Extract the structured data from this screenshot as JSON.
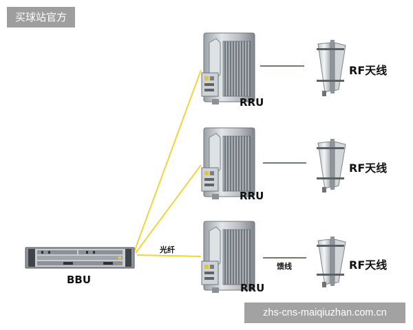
{
  "watermark": {
    "top_left": "买球站官方",
    "bottom_right": "zhs-cns-maiqiuzhan.com.cn"
  },
  "nodes": {
    "bbu": {
      "label": "BBU"
    },
    "rru": [
      {
        "label": "RRU"
      },
      {
        "label": "RRU"
      },
      {
        "label": "RRU"
      }
    ],
    "antenna": [
      {
        "label": "RF天线"
      },
      {
        "label": "RF天线"
      },
      {
        "label": "RF天线"
      }
    ]
  },
  "edges": {
    "fiber_label": "光纤",
    "feeder_label": "馈线"
  },
  "colors": {
    "fiber": "#f1d33b",
    "feeder": "#3e4f3b",
    "badge_bg": "#9e9e9e",
    "device_metal": "#c8ccd0"
  }
}
